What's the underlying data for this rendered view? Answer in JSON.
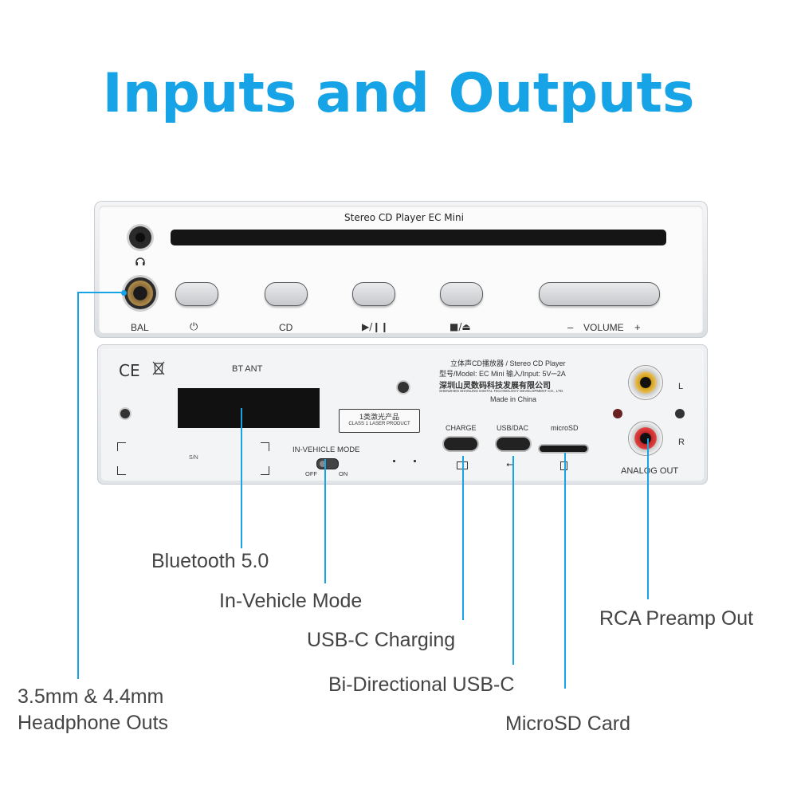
{
  "title": "Inputs and Outputs",
  "front_panel": {
    "model_label": "Stereo CD Player  EC Mini",
    "headphone_icon": "headphones-icon",
    "bal_label": "BAL",
    "buttons": [
      {
        "label": "⏻",
        "icon": "power-icon"
      },
      {
        "label": "CD",
        "icon": ""
      },
      {
        "label": "▶/❙❙",
        "icon": "play-pause-icon"
      },
      {
        "label": "■/⏏",
        "icon": "stop-eject-icon"
      }
    ],
    "volume_label": "VOLUME",
    "volume_minus": "–",
    "volume_plus": "+"
  },
  "back_panel": {
    "ce_mark": "CE",
    "bt_ant": "BT ANT",
    "sn_label": "S/N",
    "in_vehicle_mode": "IN-VEHICLE MODE",
    "switch_off": "OFF",
    "switch_on": "ON",
    "laser_cn": "1类激光产品",
    "laser_en": "CLASS 1 LASER PRODUCT",
    "info_line1": "立体声CD播放器 / Stereo CD Player",
    "info_line2": "型号/Model: EC Mini    输入/Input: 5V⎓2A",
    "info_line3": "深圳山灵数码科技发展有限公司",
    "info_line4": "SHENZHEN SHANLING DIGITAL TECHNOLOGY DEVELOPMENT CO., LTD.",
    "made_in": "Made in China",
    "charge_label": "CHARGE",
    "usbdac_label": "USB/DAC",
    "microsd_label": "microSD",
    "channel_l": "L",
    "channel_r": "R",
    "analog_out": "ANALOG OUT"
  },
  "callouts": {
    "bluetooth": "Bluetooth 5.0",
    "in_vehicle": "In-Vehicle Mode",
    "usbc_charging": "USB-C Charging",
    "bidirectional": "Bi-Directional USB-C",
    "microsd": "MicroSD Card",
    "rca": "RCA Preamp Out",
    "headphone_line1": "3.5mm & 4.4mm",
    "headphone_line2": "Headphone Outs"
  },
  "colors": {
    "accent": "#16a4e6",
    "rca_left": "#d4a017",
    "rca_right": "#c62828"
  }
}
